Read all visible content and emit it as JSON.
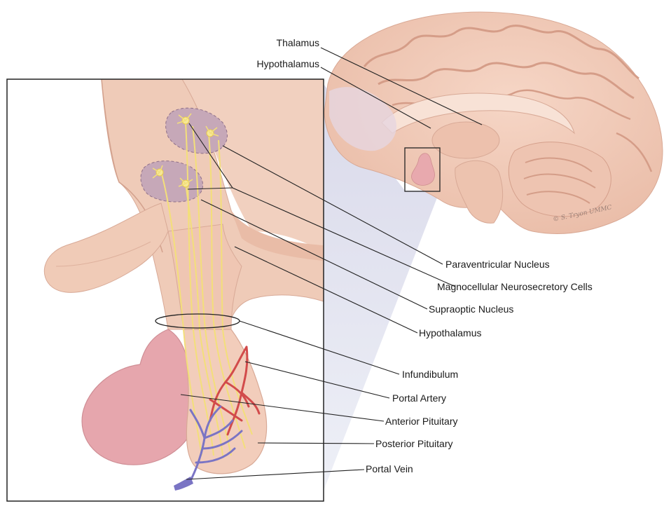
{
  "labels": {
    "thalamus": "Thalamus",
    "hypothalamus_top": "Hypothalamus",
    "paraventricular": "Paraventricular Nucleus",
    "magnocellular": "Magnocellular Neurosecretory Cells",
    "supraoptic": "Supraoptic Nucleus",
    "hypothalamus": "Hypothalamus",
    "infundibulum": "Infundibulum",
    "portal_artery": "Portal Artery",
    "anterior_pituitary": "Anterior Pituitary",
    "posterior_pituitary": "Posterior Pituitary",
    "portal_vein": "Portal Vein"
  },
  "artist_signature": "© S. Tryon UMMC",
  "colors": {
    "tissue": "#efcbb8",
    "tissue_dark": "#deac98",
    "brain": "#f2cdbd",
    "nucleus_fill": "#c6a8b8",
    "nerve_fibers": "#f3df7a",
    "anterior_pituitary": "#e6a6ad",
    "arteries": "#d24b4b",
    "veins": "#7a74c4",
    "projection_wedge": "#dcdcec"
  }
}
